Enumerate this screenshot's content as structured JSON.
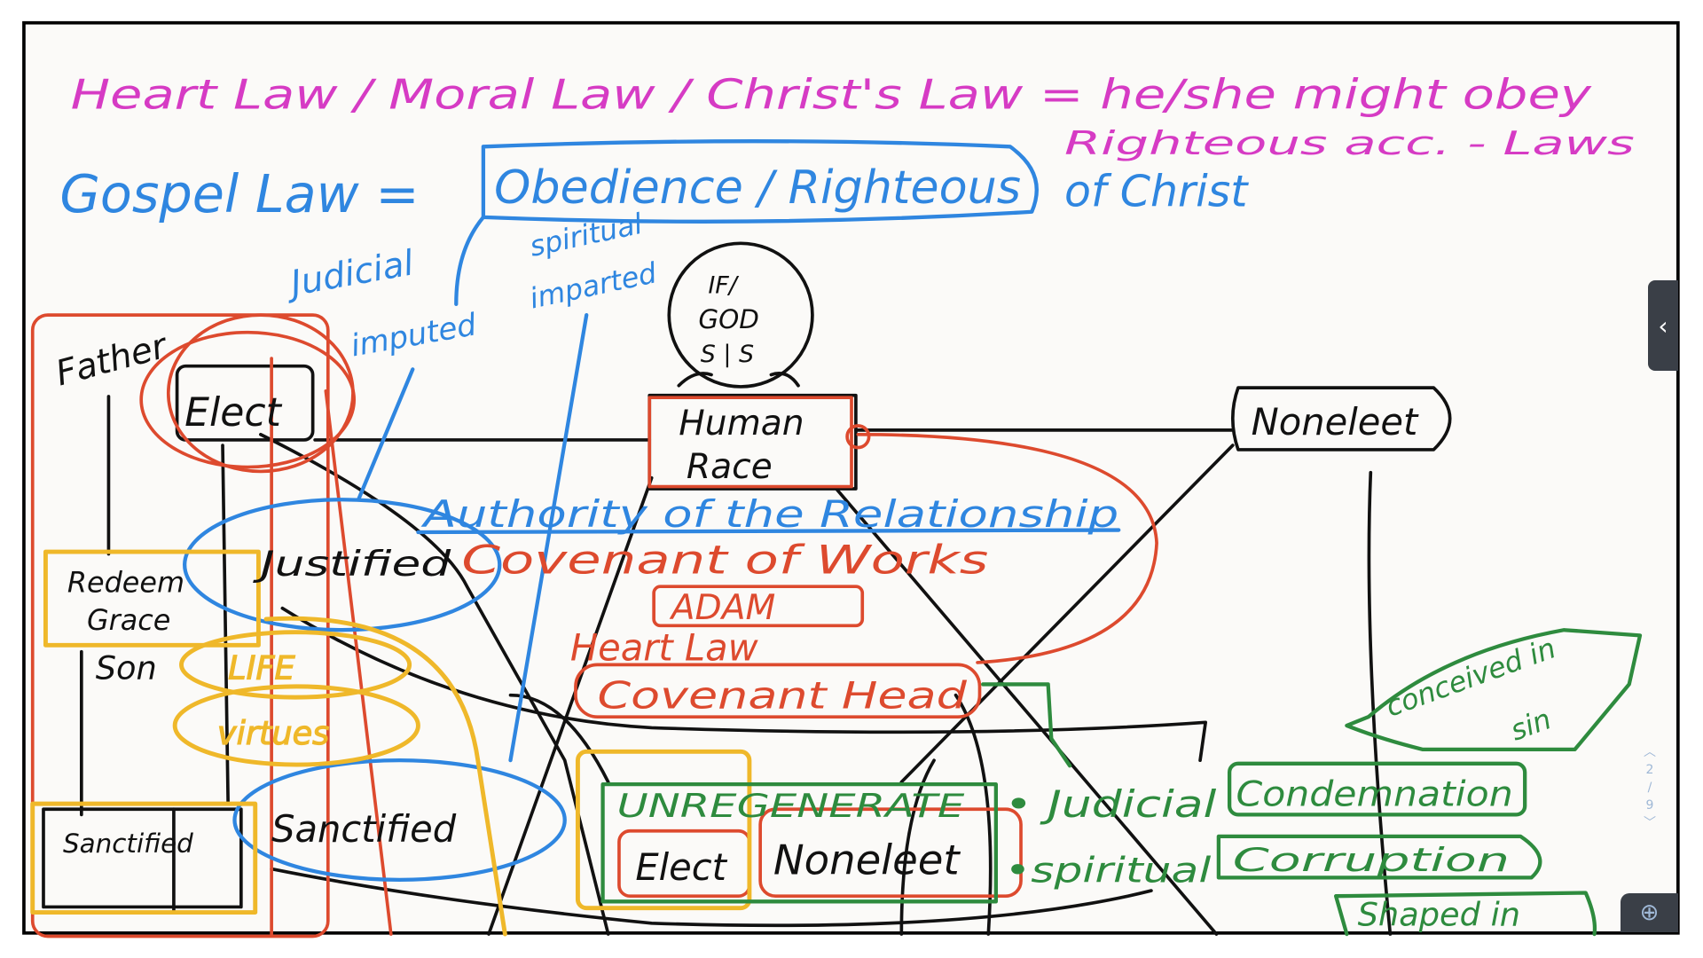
{
  "notes": {
    "magenta_line1": "Heart Law / Moral Law / Christ's Law = he/she might obey",
    "magenta_line2": "Righteous acc. - Laws",
    "gospel_law": "Gospel Law =",
    "obedience_box": "Obedience / Righteous",
    "of_christ": "of Christ",
    "judicial_imputed_1": "Judicial",
    "judicial_imputed_2": "imputed",
    "spiritual_imparted_1": "spiritual",
    "spiritual_imparted_2": "imparted",
    "god_1": "IF/",
    "god_2": "GOD",
    "god_3": "S | S",
    "father": "Father",
    "elect": "Elect",
    "human_race_1": "Human",
    "human_race_2": "Race",
    "noneleet": "Noneleet",
    "authority": "Authority of the Relationship",
    "covenant_works": "Covenant of Works",
    "adam": "ADAM",
    "heart_law": "Heart Law",
    "covenant_head": "Covenant Head",
    "redeem_1": "Redeem",
    "redeem_2": "Grace",
    "justified": "Justified",
    "son": "Son",
    "life": "LIFE",
    "virtues": "virtues",
    "sanctified_box": "Sanctified",
    "sanctified": "Sanctified",
    "unregenerate": "UNREGENERATE",
    "elect_small": "Elect",
    "noneleet_small": "Noneleet",
    "judicial": "• Judicial",
    "condemnation": "Condemnation",
    "spiritual": "•spiritual",
    "corruption": "Corruption",
    "conceived_1": "conceived in",
    "conceived_2": "sin",
    "shaped_in": "Shaped in"
  },
  "ui": {
    "collapse_icon": "‹",
    "page_current": "2",
    "page_sep": "/",
    "page_total": "9",
    "page_up": "︿",
    "page_down": "﹀",
    "zoom_icon": "⊕"
  },
  "colors": {
    "magenta": "#d63bc4",
    "blue": "#2f86e0",
    "red": "#dd4a2e",
    "yellow": "#efb82a",
    "green": "#2e8b3e",
    "black": "#111111"
  }
}
